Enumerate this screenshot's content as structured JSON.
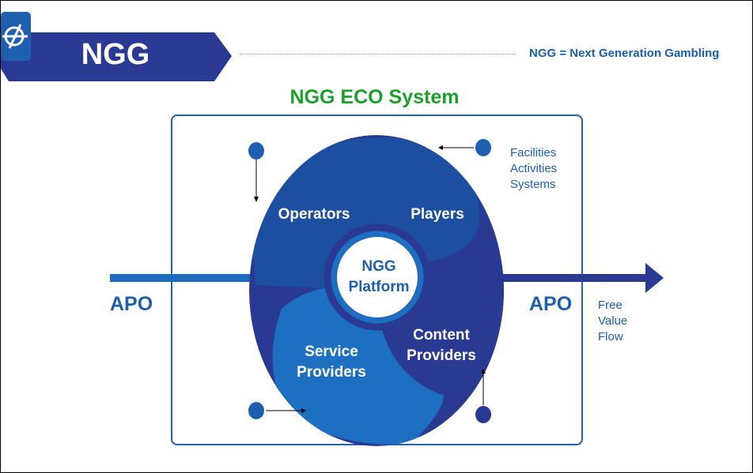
{
  "header": {
    "title": "NGG",
    "logo_icon": "platform-logo-icon",
    "definition": "NGG = Next Generation Gambling"
  },
  "eco_system": {
    "title": "NGG ECO System",
    "center": {
      "line1": "NGG",
      "line2": "Platform"
    },
    "segments": {
      "operators": "Operators",
      "players": "Players",
      "service_line1": "Service",
      "service_line2": "Providers",
      "content_line1": "Content",
      "content_line2": "Providers"
    }
  },
  "flow": {
    "apo_left": "APO",
    "apo_right": "APO",
    "value_lines": [
      "Free",
      "Value",
      "Flow"
    ]
  },
  "annotations": {
    "top_right_lines": [
      "Facilities",
      "Activities",
      "Systems"
    ]
  },
  "colors": {
    "banner": "#2a3a93",
    "logo": "#1f5fb0",
    "title_green": "#1ba02b",
    "text_blue": "#1d5fae",
    "circle_dark": "#2a3a93",
    "circle_mid": "#1d4fa0",
    "circle_light": "#1c6fc1",
    "arrow_light": "#1c6cc0",
    "arrow_dark": "#2a3a93"
  }
}
